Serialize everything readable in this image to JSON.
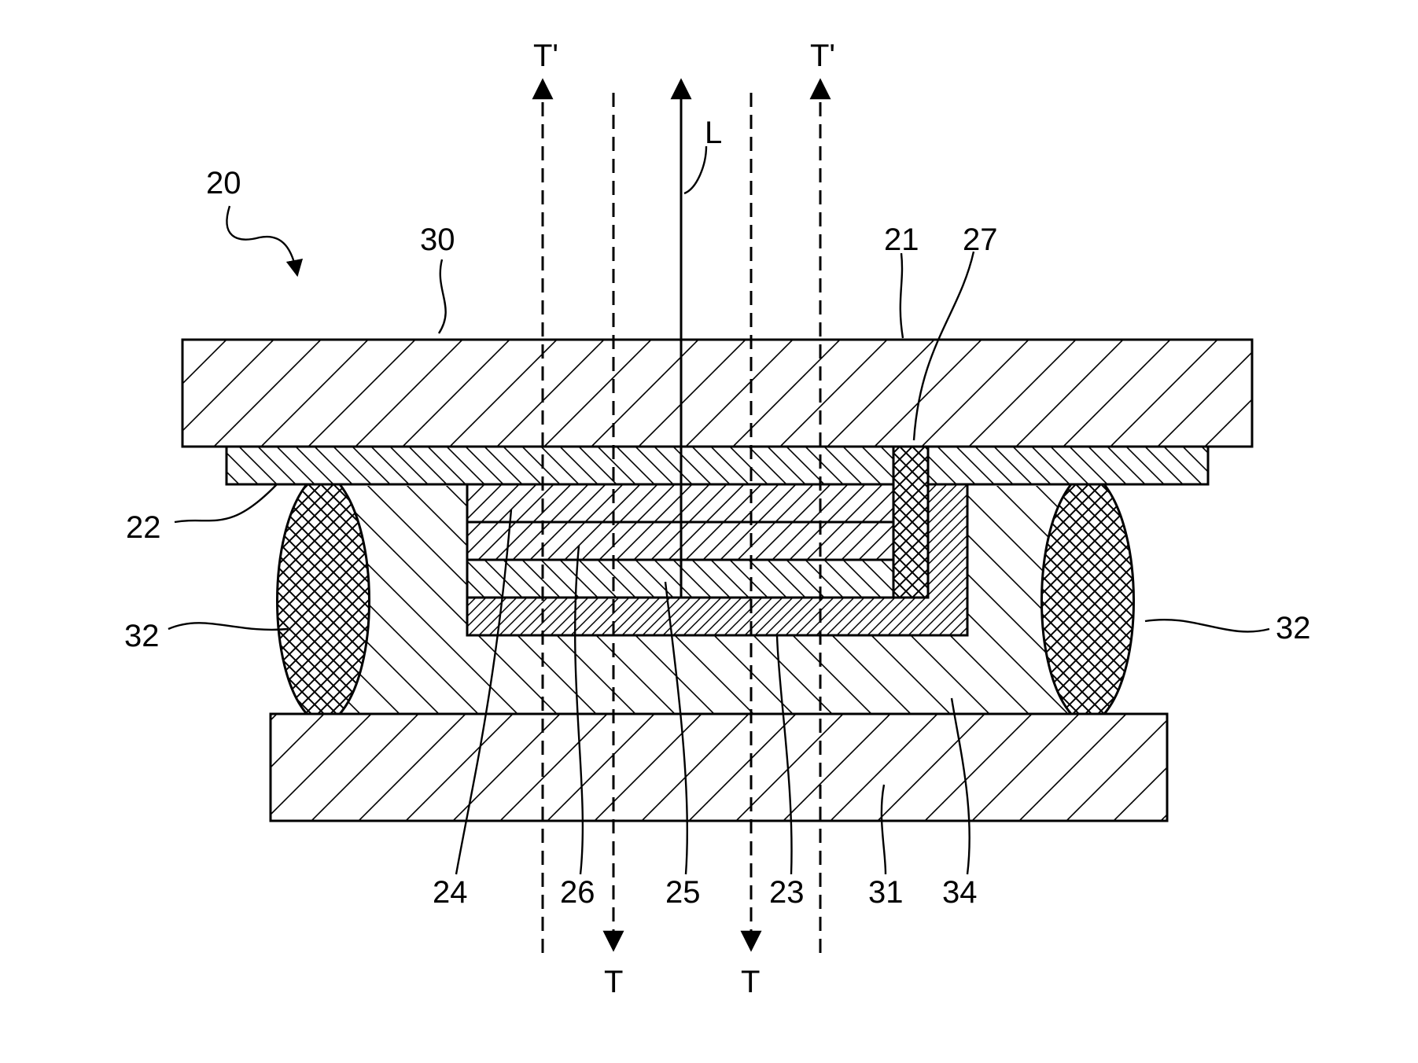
{
  "labels": {
    "device": "20",
    "substrate_top": "30",
    "substrate_top_surface": "21",
    "contact": "27",
    "bottom_face": "22",
    "spacer_left": "32",
    "spacer_right": "32",
    "layer_24": "24",
    "layer_26": "26",
    "layer_25": "25",
    "layer_23": "23",
    "substrate_bottom": "31",
    "fill_34": "34",
    "light": "L"
  },
  "beams": {
    "out_left": "T'",
    "out_right": "T'",
    "in_left": "T",
    "in_right": "T"
  }
}
